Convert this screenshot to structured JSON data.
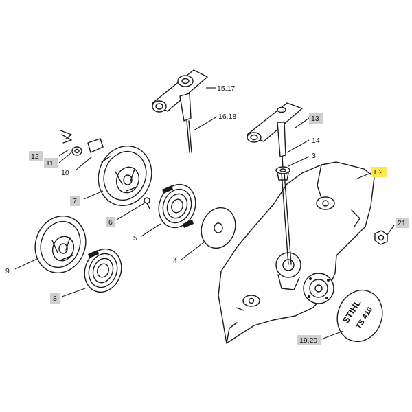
{
  "diagram": {
    "highlight_color": "#ffee00",
    "labels": {
      "p1_2": "1,2",
      "p3": "3",
      "p4": "4",
      "p5": "5",
      "p6": "6",
      "p7": "7",
      "p8": "8",
      "p9": "9",
      "p10": "10",
      "p11": "11",
      "p12": "12",
      "p13": "13",
      "p14": "14",
      "p15_17": "15,17",
      "p16_18": "16,18",
      "p19_20": "19,20",
      "p21": "21"
    },
    "logo": {
      "brand": "STIHL",
      "model": "TS 410"
    }
  }
}
